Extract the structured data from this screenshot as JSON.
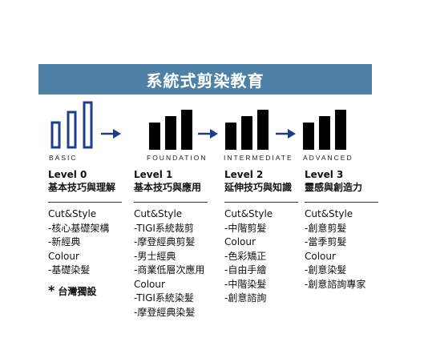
{
  "banner": {
    "title": "系統式剪染教育",
    "color": "#4f81a6"
  },
  "colors": {
    "outline_blue": "#1f3e8a",
    "black": "#000000",
    "arrow": "#1f3e8a"
  },
  "levels": [
    {
      "label": "BASIC",
      "icon": "outline-bars-icon",
      "title": "Level 0",
      "subtitle": "基本技巧與理解",
      "items": [
        "Cut&Style",
        "-核心基礎架構",
        "-新經典",
        "Colour",
        "-基礎染髮"
      ],
      "note": "台灣獨設"
    },
    {
      "label": "FOUNDATION",
      "icon": "bars-icon",
      "title": "Level 1",
      "subtitle": "基本技巧與應用",
      "items": [
        "Cut&Style",
        "-TIGI系統裁剪",
        "-摩登經典剪髮",
        "-男士經典",
        "-商業低層次應用",
        "Colour",
        "-TIGI系統染髮",
        "-摩登經典染髮"
      ]
    },
    {
      "label": "INTERMEDIATE",
      "icon": "bars-icon",
      "title": "Level 2",
      "subtitle": "延伸技巧與知識",
      "items": [
        "Cut&Style",
        "-中階剪髮",
        "Colour",
        "-色彩矯正",
        "-自由手繪",
        "-中階染髮",
        "-創意諮詢"
      ]
    },
    {
      "label": "ADVANCED",
      "icon": "bars-icon",
      "title": "Level 3",
      "subtitle": "靈感與創造力",
      "items": [
        "Cut&Style",
        "-創意剪髮",
        "-當季剪髮",
        "Colour",
        "-創意染髮",
        "-創意諮詢專家"
      ]
    }
  ]
}
